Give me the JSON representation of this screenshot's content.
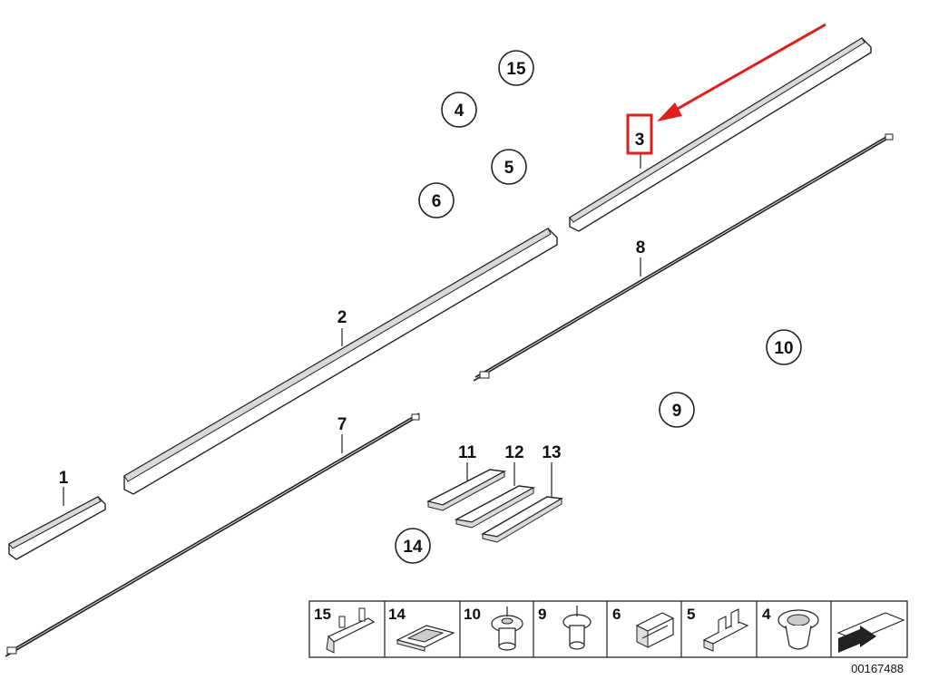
{
  "diagram": {
    "callouts_circled": [
      "15",
      "4",
      "5",
      "6",
      "10",
      "9",
      "14"
    ],
    "callouts_plain": [
      "1",
      "2",
      "3",
      "7",
      "8",
      "11",
      "12",
      "13"
    ],
    "highlight": {
      "label": "3",
      "box_color": "#e01e1e",
      "arrow_color": "#e01e1e"
    },
    "legend": {
      "cells": [
        "15",
        "14",
        "10",
        "9",
        "6",
        "5",
        "4"
      ],
      "icons": [
        "bracket-clip-icon",
        "pad-icon",
        "expanding-rivet-icon",
        "plug-rivet-icon",
        "spring-clip-icon",
        "mounting-clip-icon",
        "grommet-icon",
        "arrow-icon"
      ]
    },
    "doc_number": "00167488"
  }
}
